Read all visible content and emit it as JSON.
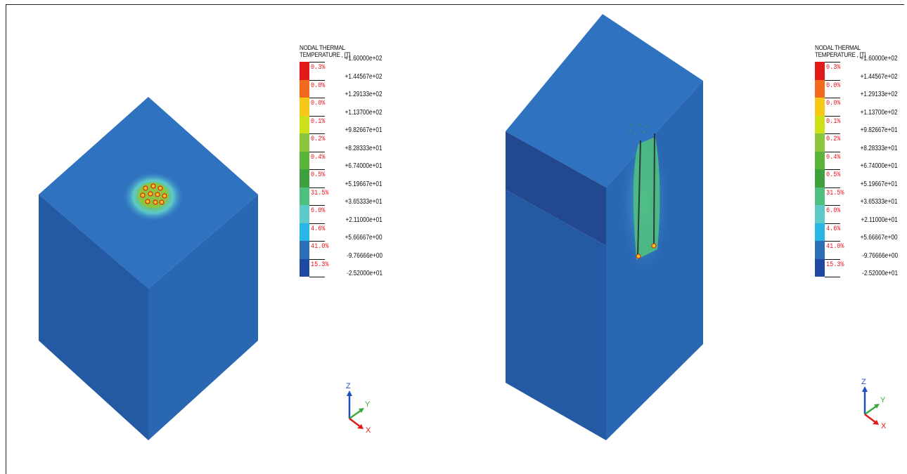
{
  "legend_left": {
    "title_line1": "NODAL THERMAL",
    "title_line2": "TEMPERATURE , [T]",
    "ticks": [
      "+1.60000e+02",
      "+1.44567e+02",
      "+1.29133e+02",
      "+1.13700e+02",
      "+9.82667e+01",
      "+8.28333e+01",
      "+6.74000e+01",
      "+5.19667e+01",
      "+3.65333e+01",
      "+2.11000e+01",
      "+5.66667e+00",
      "-9.76666e+00",
      "-2.52000e+01"
    ],
    "percentages": [
      "0.3%",
      "0.0%",
      "0.0%",
      "0.1%",
      "0.2%",
      "0.4%",
      "0.5%",
      "31.5%",
      "6.0%",
      "4.6%",
      "41.0%",
      "15.3%"
    ],
    "colors": [
      "#e01a1a",
      "#f26a1d",
      "#f5c81a",
      "#cfe01a",
      "#8cc63f",
      "#5ab43a",
      "#3fa03f",
      "#4fbf80",
      "#5ec9c9",
      "#29b6e6",
      "#2d6fb7",
      "#2048a0"
    ]
  },
  "legend_right": {
    "title_line1": "NODAL THERMAL",
    "title_line2": "TEMPERATURE , [T]",
    "ticks": [
      "+1.60000e+02",
      "+1.44567e+02",
      "+1.29133e+02",
      "+1.13700e+02",
      "+9.82667e+01",
      "+8.28333e+01",
      "+6.74000e+01",
      "+5.19667e+01",
      "+3.65333e+01",
      "+2.11000e+01",
      "+5.66667e+00",
      "-9.76666e+00",
      "-2.52000e+01"
    ],
    "percentages": [
      "0.3%",
      "0.0%",
      "0.0%",
      "0.1%",
      "0.2%",
      "0.4%",
      "0.5%",
      "31.5%",
      "6.0%",
      "4.6%",
      "41.0%",
      "15.3%"
    ],
    "colors": [
      "#e01a1a",
      "#f26a1d",
      "#f5c81a",
      "#cfe01a",
      "#8cc63f",
      "#5ab43a",
      "#3fa03f",
      "#4fbf80",
      "#5ec9c9",
      "#29b6e6",
      "#2d6fb7",
      "#2048a0"
    ]
  },
  "axes_triad": {
    "z": "Z",
    "y": "Y",
    "x": "X",
    "z_color": "#1f4fbf",
    "y_color": "#3aa83a",
    "x_color": "#e01a1a"
  }
}
